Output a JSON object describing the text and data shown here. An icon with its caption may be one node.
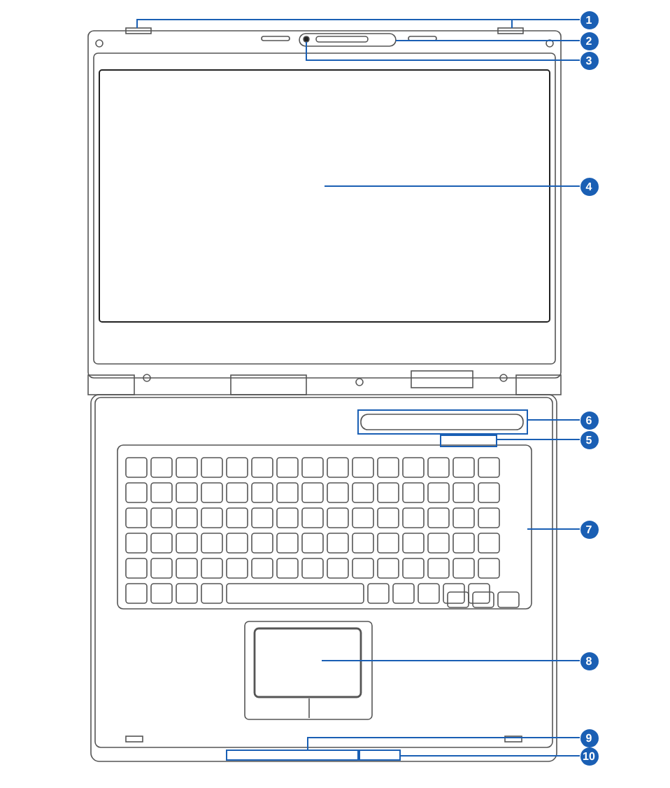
{
  "diagram": {
    "nodes": [
      {
        "text": [
          "1"
        ]
      },
      {
        "text": [
          "2"
        ]
      },
      {
        "text": [
          "3"
        ]
      },
      {
        "text": [
          "4"
        ]
      },
      {
        "text": [
          "6"
        ]
      },
      {
        "text": [
          "5"
        ]
      },
      {
        "text": [
          "7"
        ]
      },
      {
        "text": [
          "8"
        ]
      },
      {
        "text": [
          "9"
        ]
      },
      {
        "text": [
          "10"
        ]
      },
      {
        "text": [],
        "shape": "box"
      },
      {
        "text": [],
        "shape": "box"
      },
      {
        "text": [],
        "shape": "box"
      }
    ],
    "edges": [
      {
        "from": 0,
        "to": null,
        "arrow": "none"
      },
      {
        "from": 0,
        "to": null,
        "arrow": "none"
      },
      {
        "from": 1,
        "to": null,
        "arrow": "none"
      },
      {
        "from": 2,
        "to": null,
        "arrow": "none"
      },
      {
        "from": 3,
        "to": null,
        "arrow": "none"
      },
      {
        "from": 4,
        "to": 10,
        "arrow": "none"
      },
      {
        "from": 5,
        "to": 11,
        "arrow": "none"
      },
      {
        "from": 6,
        "to": null,
        "arrow": "none"
      },
      {
        "from": 7,
        "to": null,
        "arrow": "none"
      },
      {
        "from": 8,
        "to": 12,
        "arrow": "none"
      },
      {
        "from": 9,
        "to": 12,
        "arrow": "none"
      }
    ]
  }
}
